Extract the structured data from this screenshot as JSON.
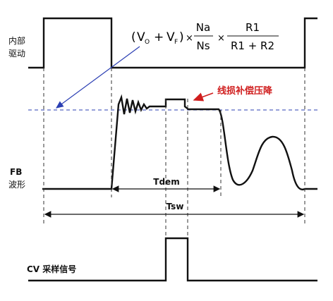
{
  "labels": {
    "drive_line1": "内部",
    "drive_line2": "驱动",
    "fb_line1": "FB",
    "fb_line2": "波形",
    "annotation": "线损补偿压降",
    "tdem": "Tdem",
    "tsw": "Tsw",
    "cv": "CV 采样信号"
  },
  "formula": {
    "paren_open": "(",
    "v": "V",
    "sub_o": "O",
    "plus": "+",
    "sub_f": "F",
    "paren_close": ")",
    "times1": "×",
    "na": "Na",
    "ns": "Ns",
    "times2": "×",
    "r1": "R1",
    "r1r2": "R1 + R2"
  },
  "colors": {
    "waveform": "#111111",
    "reference_line": "#2b3fb3",
    "annotation": "#d01e1e",
    "arrow": "#2b3fb3"
  }
}
